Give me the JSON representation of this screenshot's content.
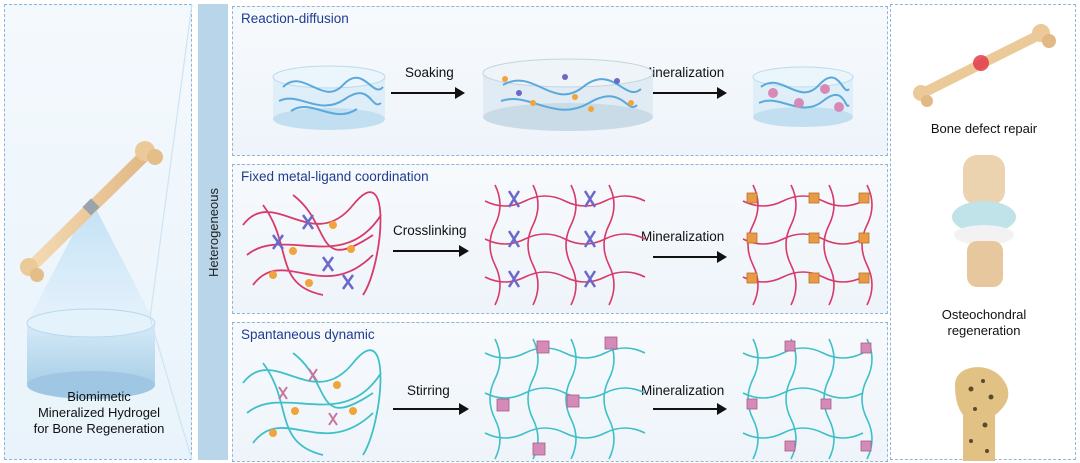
{
  "left_panel": {
    "caption_line1": "Biomimetic",
    "caption_line2": "Mineralized Hydrogel",
    "caption_line3": "for Bone Regeneration"
  },
  "side_label": "Heterogeneous",
  "rows": [
    {
      "title": "Reaction-diffusion",
      "step1": "Soaking",
      "step2": "Mineralization"
    },
    {
      "title": "Fixed metal-ligand coordination",
      "step1": "Crosslinking",
      "step2": "Mineralization"
    },
    {
      "title": "Spantaneous dynamic",
      "step1": "Stirring",
      "step2": "Mineralization"
    }
  ],
  "right_panel": {
    "app1": "Bone defect repair",
    "app2_line1": "Osteochondral",
    "app2_line2": "regeneration"
  },
  "colors": {
    "fiber_blue": "#5aa9dc",
    "fiber_red": "#d83a6a",
    "fiber_cyan": "#3fc0c8",
    "particle_orange": "#f0a43a",
    "mineral_pink": "#d58ab8",
    "ligand_purple": "#6a68c8",
    "title_blue": "#1f3c8f",
    "bar_blue": "#b9d5ea"
  }
}
